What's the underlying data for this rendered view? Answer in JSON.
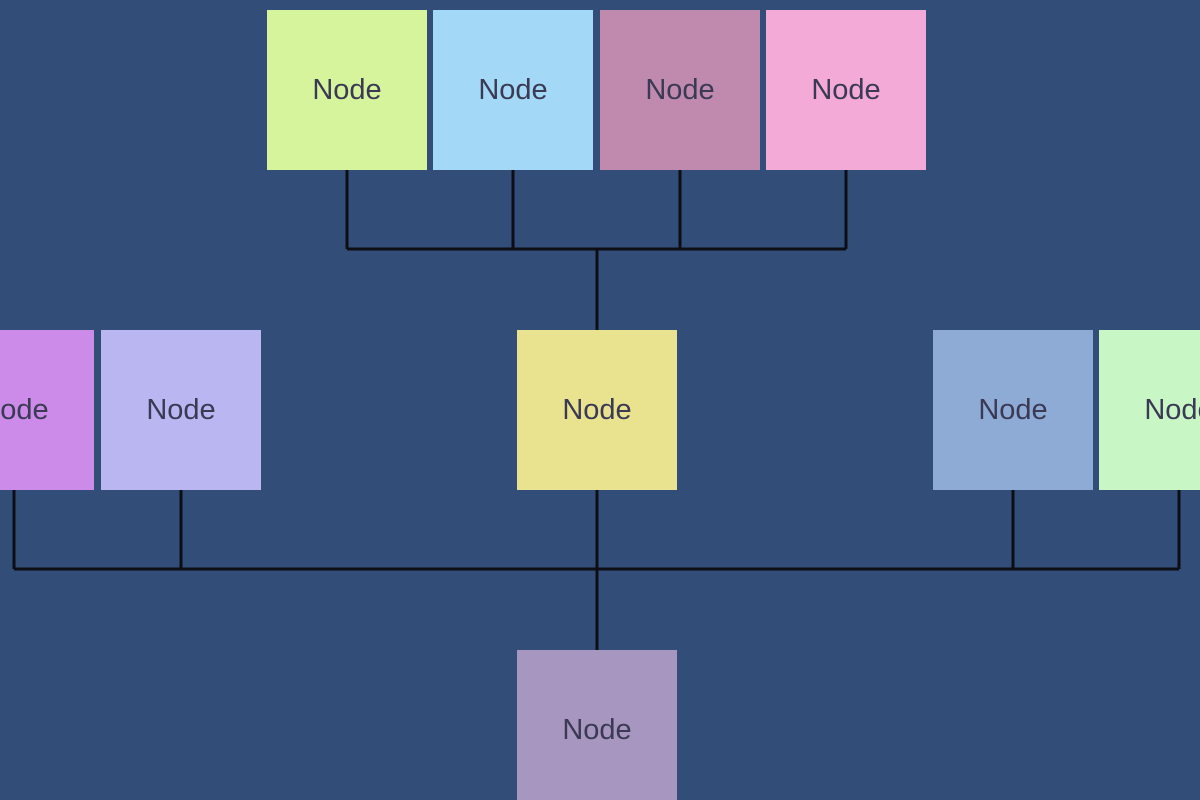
{
  "diagram": {
    "background": "#324d77",
    "line_color": "#0d0d14",
    "nodes": [
      {
        "id": "n1",
        "label": "Node",
        "color": "#d6f49b"
      },
      {
        "id": "n2",
        "label": "Node",
        "color": "#a3d9f7"
      },
      {
        "id": "n3",
        "label": "Node",
        "color": "#c089ae"
      },
      {
        "id": "n4",
        "label": "Node",
        "color": "#f4aad6"
      },
      {
        "id": "n5",
        "label": "Node",
        "color": "#cc8be8"
      },
      {
        "id": "n6",
        "label": "Node",
        "color": "#b9b6f2"
      },
      {
        "id": "n7",
        "label": "Node",
        "color": "#e9e28f"
      },
      {
        "id": "n8",
        "label": "Node",
        "color": "#8eabd6"
      },
      {
        "id": "n9",
        "label": "Node",
        "color": "#c8f7c5"
      },
      {
        "id": "n10",
        "label": "Node",
        "color": "#a797c0"
      }
    ],
    "edges": [
      {
        "from": "n10",
        "to": "n7"
      },
      {
        "from": "n10",
        "to": "n5"
      },
      {
        "from": "n10",
        "to": "n6"
      },
      {
        "from": "n10",
        "to": "n8"
      },
      {
        "from": "n10",
        "to": "n9"
      },
      {
        "from": "n7",
        "to": "n1"
      },
      {
        "from": "n7",
        "to": "n2"
      },
      {
        "from": "n7",
        "to": "n3"
      },
      {
        "from": "n7",
        "to": "n4"
      }
    ]
  }
}
